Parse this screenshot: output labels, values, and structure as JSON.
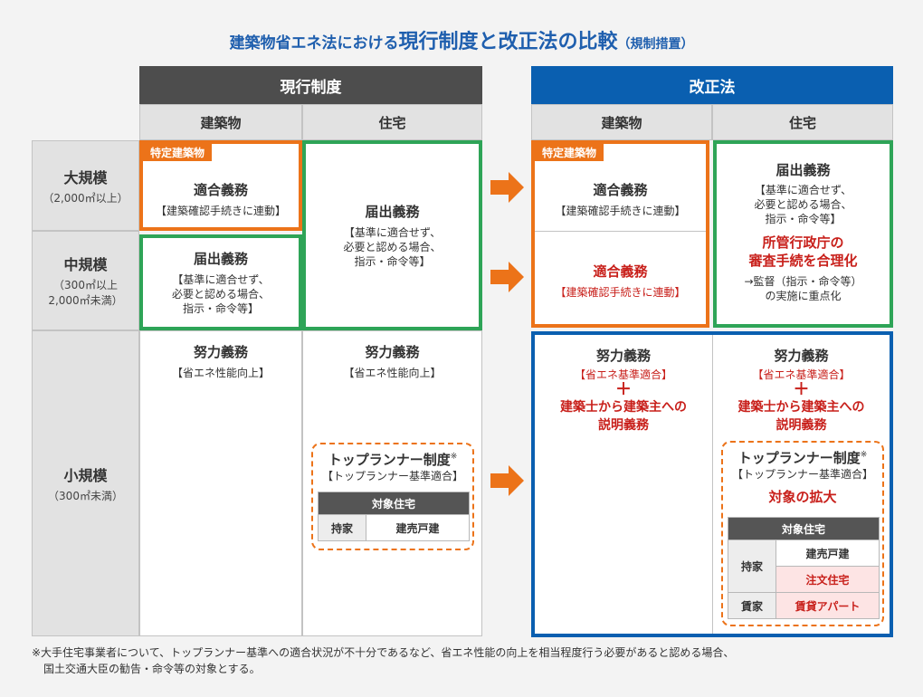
{
  "title": {
    "part1": "建築物省エネ法における",
    "part2": "現行制度と改正法の比較",
    "part3": "（規制措置）"
  },
  "current": {
    "header": "現行制度",
    "col_building": "建築物",
    "col_house": "住宅",
    "large_building": {
      "tag": "特定建築物",
      "main": "適合義務",
      "sub": "【建築確認手続きに連動】"
    },
    "mid_building": {
      "main": "届出義務",
      "sub1": "【基準に適合せず、",
      "sub2": "必要と認める場合、",
      "sub3": "指示・命令等】"
    },
    "large_mid_house": {
      "main": "届出義務",
      "sub1": "【基準に適合せず、",
      "sub2": "必要と認める場合、",
      "sub3": "指示・命令等】"
    },
    "small_building": {
      "main": "努力義務",
      "sub": "【省エネ性能向上】"
    },
    "small_house": {
      "main": "努力義務",
      "sub": "【省エネ性能向上】",
      "toprunner": {
        "title": "トップランナー制度",
        "mark": "※",
        "sub": "【トップランナー基準適合】",
        "table_header": "対象住宅",
        "row_label": "持家",
        "row_value": "建売戸建"
      }
    }
  },
  "revised": {
    "header": "改正法",
    "col_building": "建築物",
    "col_house": "住宅",
    "large_building": {
      "tag": "特定建築物",
      "main": "適合義務",
      "sub": "【建築確認手続きに連動】"
    },
    "mid_building": {
      "main": "適合義務",
      "sub": "【建築確認手続きに連動】"
    },
    "large_mid_house": {
      "main": "届出義務",
      "sub1": "【基準に適合せず、",
      "sub2": "必要と認める場合、",
      "sub3": "指示・命令等】",
      "highlight1": "所管行政庁の",
      "highlight2": "審査手続を合理化",
      "note1": "→監督（指示・命令等）",
      "note2": "の実施に重点化"
    },
    "small_building": {
      "main": "努力義務",
      "sub": "【省エネ基準適合】",
      "plus": "＋",
      "add1": "建築士から建築主への",
      "add2": "説明義務"
    },
    "small_house": {
      "main": "努力義務",
      "sub": "【省エネ基準適合】",
      "plus": "＋",
      "add1": "建築士から建築主への",
      "add2": "説明義務",
      "toprunner": {
        "title": "トップランナー制度",
        "mark": "※",
        "sub": "【トップランナー基準適合】",
        "expand": "対象の拡大",
        "table_header": "対象住宅",
        "row1_label": "持家",
        "row1_value": "建売戸建",
        "row2_value": "注文住宅",
        "row3_label": "賃家",
        "row3_value": "賃貸アパート"
      }
    }
  },
  "rows": {
    "large": {
      "name": "大規模",
      "sub": "（2,000㎡以上）"
    },
    "mid": {
      "name": "中規模",
      "sub1": "（300㎡以上",
      "sub2": "2,000㎡未満）"
    },
    "small": {
      "name": "小規模",
      "sub": "（300㎡未満）"
    }
  },
  "footnote": {
    "line1": "※大手住宅事業者について、トップランナー基準への適合状況が不十分であるなど、省エネ性能の向上を相当程度行う必要があると認める場合、",
    "line2": "国土交通大臣の勧告・命令等の対象とする。"
  },
  "colors": {
    "title_blue": "#1f5fae",
    "current_header": "#4d4d4d",
    "revised_header": "#0a5fb0",
    "orange": "#ec7319",
    "green": "#2ea457",
    "red": "#c8201b"
  }
}
